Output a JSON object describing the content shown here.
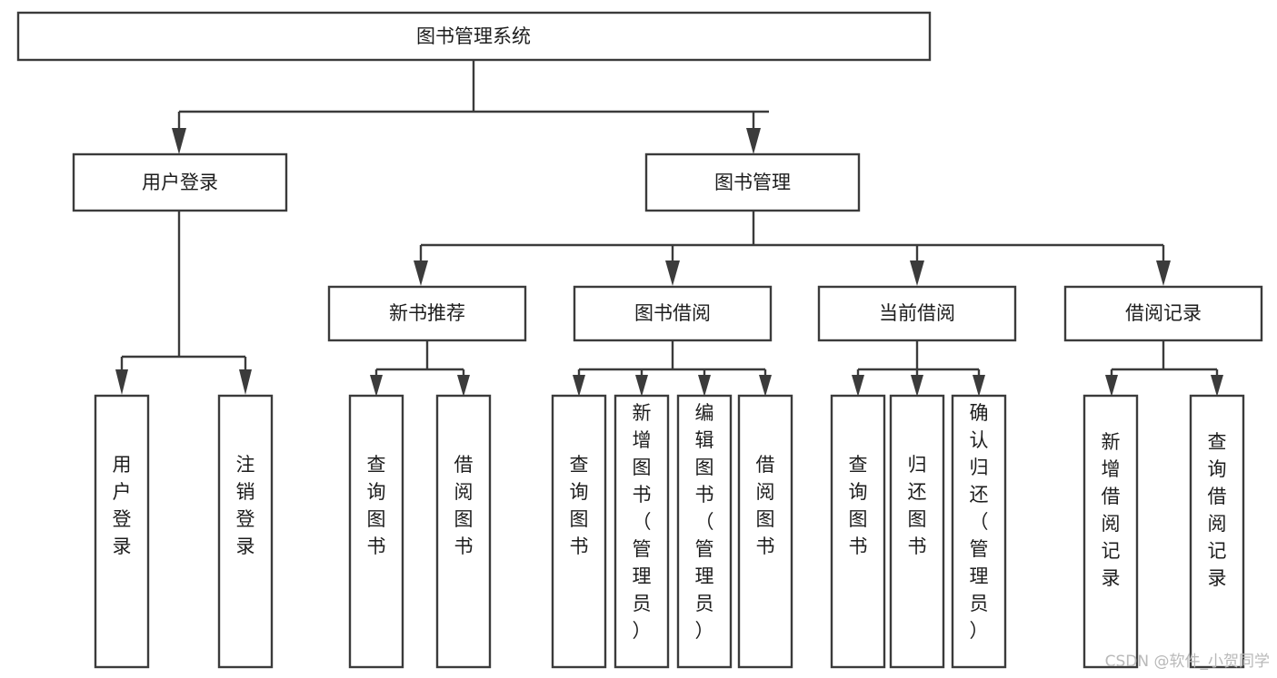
{
  "diagram": {
    "type": "tree",
    "title": "图书管理系统",
    "orientation": "top-down",
    "colors": {
      "box_stroke": "#3b3b3b",
      "box_fill": "#ffffff",
      "text": "#1d1d1d",
      "background": "#ffffff",
      "watermark": "#b9b9b9"
    },
    "levels": {
      "root": "图书管理系统",
      "level2": [
        "用户登录",
        "图书管理"
      ],
      "level3": [
        "新书推荐",
        "图书借阅",
        "当前借阅",
        "借阅记录"
      ],
      "level4_groups": [
        {
          "parent": "用户登录",
          "children": [
            "用户登录",
            "注销登录"
          ]
        },
        {
          "parent": "新书推荐",
          "children": [
            "查询图书",
            "借阅图书"
          ]
        },
        {
          "parent": "图书借阅",
          "children": [
            "查询图书",
            "新增图书（管理员）",
            "编辑图书（管理员）",
            "借阅图书"
          ]
        },
        {
          "parent": "当前借阅",
          "children": [
            "查询图书",
            "归还图书",
            "确认归还（管理员）"
          ]
        },
        {
          "parent": "借阅记录",
          "children": [
            "新增借阅记录",
            "查询借阅记录"
          ]
        }
      ]
    },
    "nodes": {
      "root": {
        "label": "图书管理系统"
      },
      "user_login": {
        "label": "用户登录"
      },
      "book_manage": {
        "label": "图书管理"
      },
      "new_book_rec": {
        "label": "新书推荐"
      },
      "book_borrow": {
        "label": "图书借阅"
      },
      "current_borrow": {
        "label": "当前借阅"
      },
      "borrow_record": {
        "label": "借阅记录"
      },
      "leaf_user_login": {
        "label": "用户登录"
      },
      "leaf_logout": {
        "label": "注销登录"
      },
      "leaf_query_book_1": {
        "label": "查询图书"
      },
      "leaf_borrow_book_1": {
        "label": "借阅图书"
      },
      "leaf_query_book_2": {
        "label": "查询图书"
      },
      "leaf_add_book": {
        "label": "新增图书（管理员）"
      },
      "leaf_edit_book": {
        "label": "编辑图书（管理员）"
      },
      "leaf_borrow_book_2": {
        "label": "借阅图书"
      },
      "leaf_query_book_3": {
        "label": "查询图书"
      },
      "leaf_return_book": {
        "label": "归还图书"
      },
      "leaf_confirm_return": {
        "label": "确认归还（管理员）"
      },
      "leaf_add_record": {
        "label": "新增借阅记录"
      },
      "leaf_query_record": {
        "label": "查询借阅记录"
      }
    },
    "watermark": "CSDN @软件_小贺同学"
  }
}
